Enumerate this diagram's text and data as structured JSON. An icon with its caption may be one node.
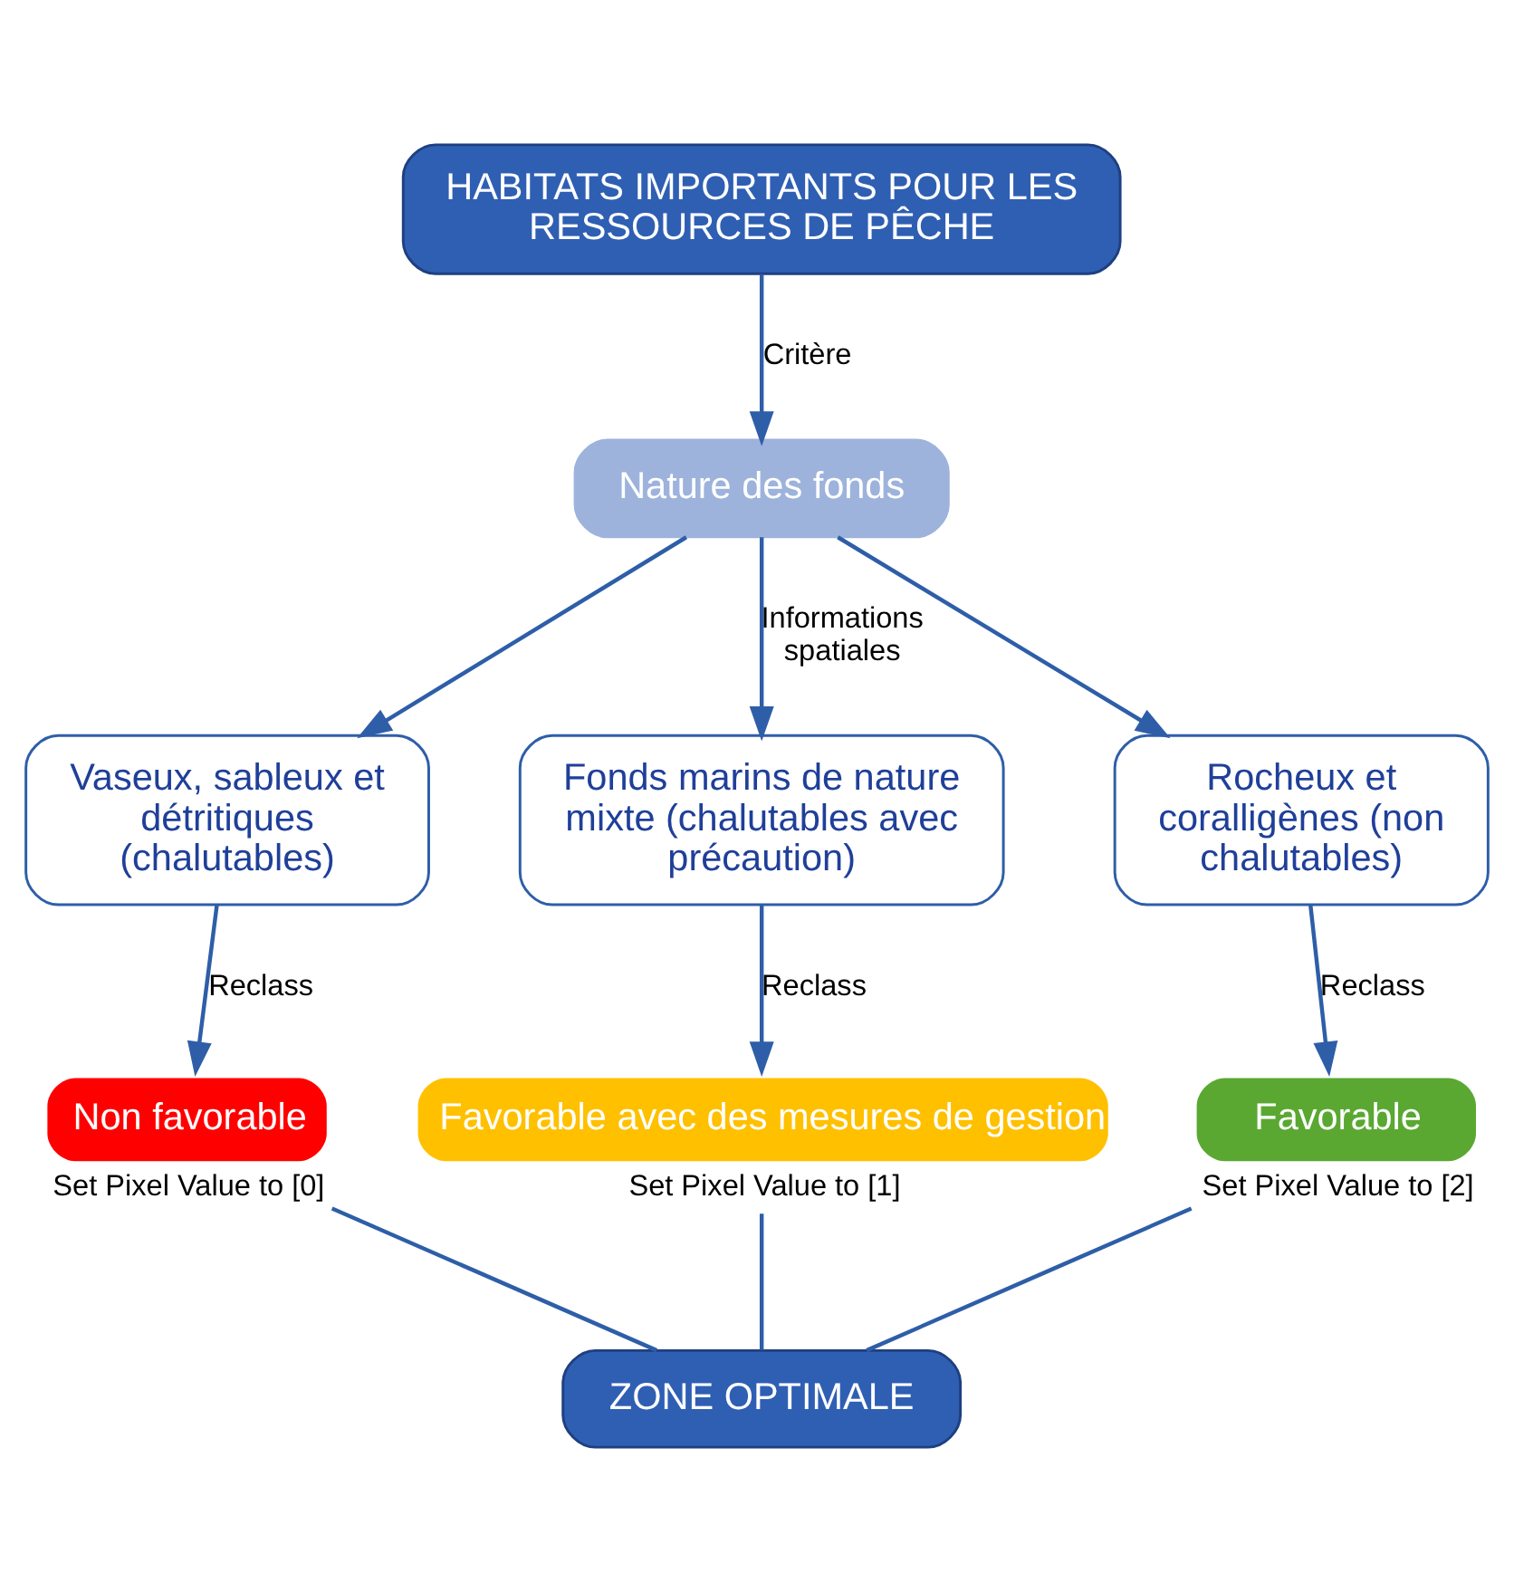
{
  "diagram": {
    "nodes": [
      {
        "text": [
          "HABITATS IMPORTANTS POUR LES RESSOURCES DE PÊCHE"
        ]
      },
      {
        "text": [
          "Nature des fonds"
        ]
      },
      {
        "text": [
          "Vaseux, sableux et détritiques (chalutables)"
        ]
      },
      {
        "text": [
          "Fonds marins de nature mixte (chalutables avec précaution)"
        ]
      },
      {
        "text": [
          "Rocheux et coralligènes (non chalutables)"
        ]
      },
      {
        "text": [
          "Non favorable"
        ],
        "beside": [
          "Set Pixel Value to [0]"
        ]
      },
      {
        "text": [
          "Favorable avec des mesures de gestion"
        ],
        "beside": [
          "Set Pixel Value to [1]"
        ]
      },
      {
        "text": [
          "Favorable"
        ],
        "beside": [
          "Set Pixel Value to [2]"
        ]
      },
      {
        "text": [
          "ZONE OPTIMALE"
        ]
      }
    ],
    "edges": [
      {
        "from": 0,
        "to": 1,
        "arrow": "to",
        "label": "Critère"
      },
      {
        "from": 1,
        "to": 2,
        "arrow": "to"
      },
      {
        "from": 1,
        "to": 3,
        "arrow": "to",
        "label": "Informations spatiales"
      },
      {
        "from": 1,
        "to": 4,
        "arrow": "to"
      },
      {
        "from": 2,
        "to": 5,
        "arrow": "to",
        "label": "Reclass"
      },
      {
        "from": 3,
        "to": 6,
        "arrow": "to",
        "label": "Reclass"
      },
      {
        "from": 4,
        "to": 7,
        "arrow": "to",
        "label": "Reclass"
      },
      {
        "from": 5,
        "to": 8,
        "arrow": "none"
      },
      {
        "from": 6,
        "to": 8,
        "arrow": "none"
      },
      {
        "from": 7,
        "to": 8,
        "arrow": "none"
      }
    ]
  }
}
